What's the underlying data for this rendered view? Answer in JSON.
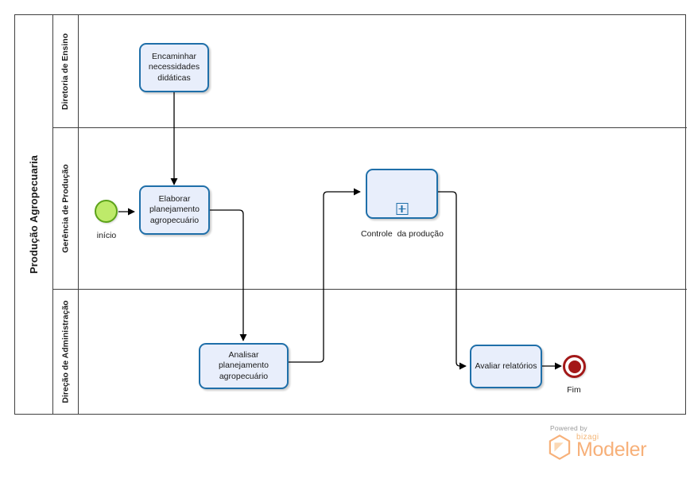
{
  "diagram": {
    "type": "bpmn-process",
    "pool": {
      "name": "Produção Agropecuaria"
    },
    "lanes": [
      {
        "id": "lane-ensino",
        "name": "Diretoria de Ensino"
      },
      {
        "id": "lane-producao",
        "name": "Gerência de Produção"
      },
      {
        "id": "lane-administracao",
        "name": "Direção de Administração"
      }
    ],
    "nodes": [
      {
        "id": "start-inicio",
        "kind": "start-event",
        "label": "início",
        "lane": "lane-producao",
        "color": "#BEEA6A",
        "border_color": "#5CA319"
      },
      {
        "id": "task-encaminhar",
        "kind": "task",
        "label": "Encaminhar\nnecessidades\ndidáticas",
        "lane": "lane-ensino"
      },
      {
        "id": "task-elaborar",
        "kind": "task",
        "label": "Elaborar\nplanejamento\nagropecuário",
        "lane": "lane-producao"
      },
      {
        "id": "task-analisar",
        "kind": "task",
        "label": "Analisar\nplanejamento\nagropecuário",
        "lane": "lane-administracao"
      },
      {
        "id": "subprocess-controle",
        "kind": "collapsed-subprocess",
        "label": "Controle  da produção",
        "marker": "plus",
        "lane": "lane-producao"
      },
      {
        "id": "task-avaliar",
        "kind": "task",
        "label": "Avaliar relatórios",
        "lane": "lane-administracao"
      },
      {
        "id": "end-fim",
        "kind": "end-event",
        "label": "Fim",
        "lane": "lane-administracao",
        "color": "#A31818"
      }
    ],
    "flows": [
      {
        "id": "flow-1",
        "from": "start-inicio",
        "to": "task-elaborar"
      },
      {
        "id": "flow-2",
        "from": "task-encaminhar",
        "to": "task-elaborar"
      },
      {
        "id": "flow-3",
        "from": "task-elaborar",
        "to": "task-analisar"
      },
      {
        "id": "flow-4",
        "from": "task-analisar",
        "to": "subprocess-controle"
      },
      {
        "id": "flow-5",
        "from": "subprocess-controle",
        "to": "task-avaliar"
      },
      {
        "id": "flow-6",
        "from": "task-avaliar",
        "to": "end-fim"
      }
    ],
    "style": {
      "task_fill": "#E8EEFB",
      "task_border": "#1F6FA9",
      "flow_color": "#000000",
      "pool_border": "#404040"
    }
  },
  "branding": {
    "powered_by": "Powered by",
    "brand": "bizagi",
    "product": "Modeler",
    "accent": "#F7B079"
  }
}
